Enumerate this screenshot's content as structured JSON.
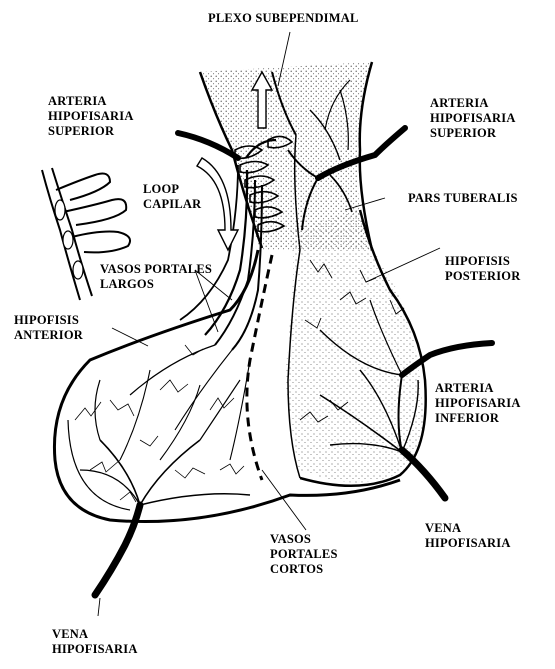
{
  "labels": {
    "plexo_subependimal": "PLEXO SUBEPENDIMAL",
    "arteria_sup_left": "ARTERIA\nHIPOFISARIA\nSUPERIOR",
    "arteria_sup_right": "ARTERIA\nHIPOFISARIA\nSUPERIOR",
    "loop_capilar": "LOOP\nCAPILAR",
    "pars_tuberalis": "PARS TUBERALIS",
    "vasos_portales_largos": "VASOS PORTALES\nLARGOS",
    "hipofisis_posterior": "HIPOFISIS\nPOSTERIOR",
    "hipofisis_anterior": "HIPOFISIS\nANTERIOR",
    "arteria_inferior": "ARTERIA\nHIPOFISARIA\nINFERIOR",
    "vena_right": "VENA\nHIPOFISARIA",
    "vasos_portales_cortos": "VASOS\nPORTALES\nCORTOS",
    "vena_left": "VENA\nHIPOFISARIA"
  },
  "colors": {
    "ink": "#000000",
    "background": "#ffffff"
  }
}
